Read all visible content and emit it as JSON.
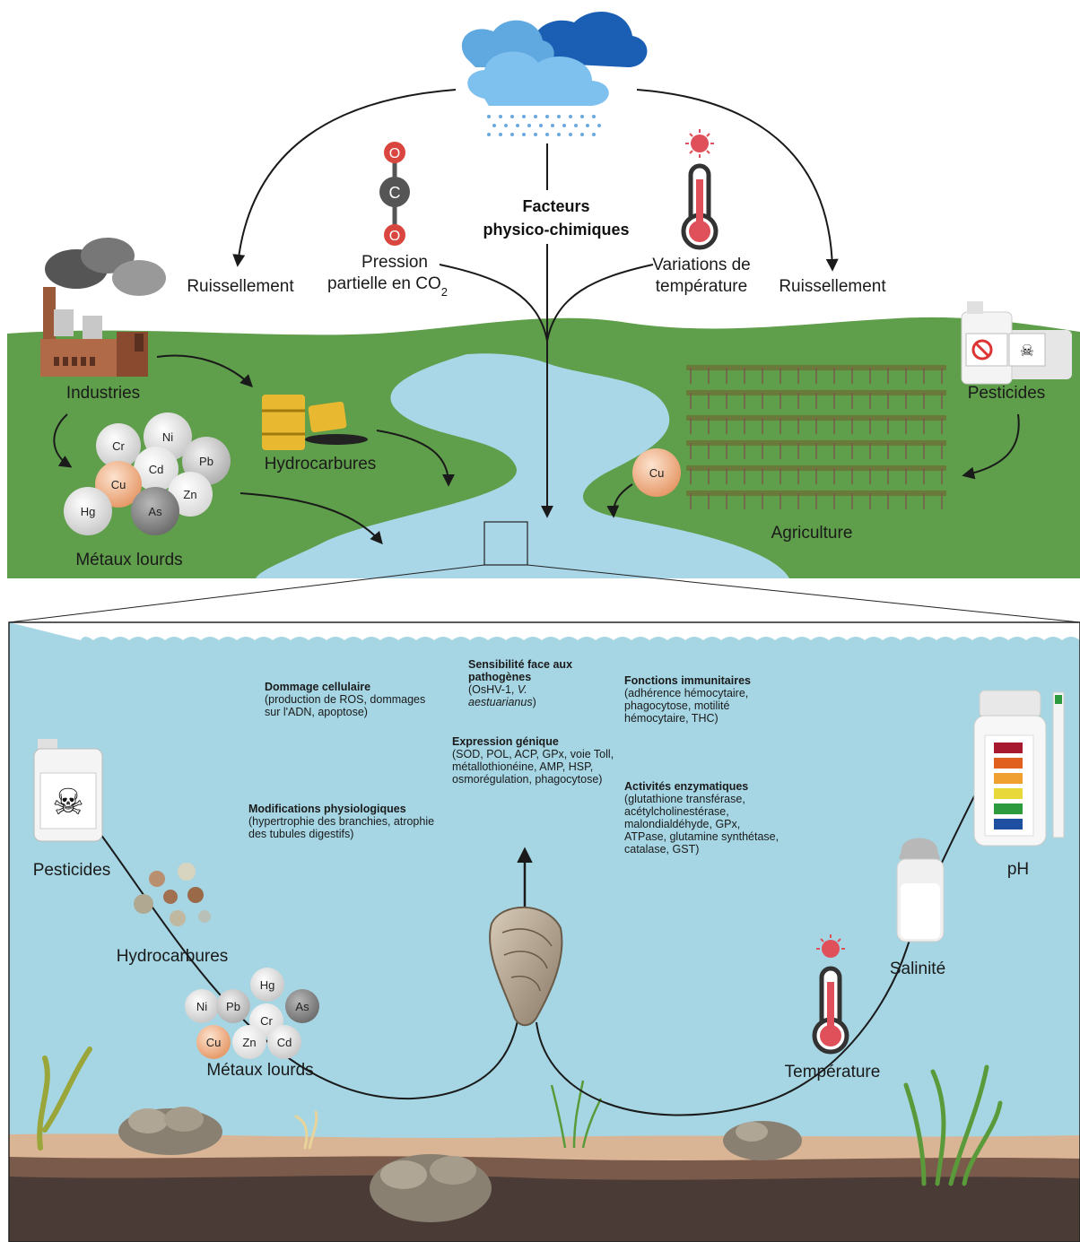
{
  "top": {
    "center_label_line1": "Facteurs",
    "center_label_line2": "physico-chimiques",
    "runoff_left": "Ruissellement",
    "runoff_right": "Ruissellement",
    "co2_line1": "Pression",
    "co2_line2": "partielle en CO",
    "co2_sub": "2",
    "temp_line1": "Variations de",
    "temp_line2": "température",
    "industries": "Industries",
    "hydrocarbons": "Hydrocarbures",
    "heavy_metals": "Métaux lourds",
    "pesticides": "Pesticides",
    "agriculture": "Agriculture",
    "cu_label": "Cu",
    "co2_atoms": [
      "O",
      "C",
      "O"
    ],
    "metals": [
      "Cr",
      "Ni",
      "Cd",
      "Pb",
      "Cu",
      "Zn",
      "Hg",
      "As"
    ]
  },
  "bottom": {
    "pesticides": "Pesticides",
    "hydrocarbons": "Hydrocarbures",
    "heavy_metals": "Métaux lourds",
    "temperature": "Température",
    "salinity": "Salinité",
    "ph": "pH",
    "metals": [
      "Hg",
      "Ni",
      "Pb",
      "As",
      "Cr",
      "Cu",
      "Zn",
      "Cd"
    ],
    "effects": {
      "cell_damage_title": "Dommage cellulaire",
      "cell_damage_desc": "(production de ROS, dommages sur l'ADN, apoptose)",
      "pathogen_title": "Sensibilité face aux pathogènes",
      "pathogen_desc_a": "(OsHV-1, ",
      "pathogen_desc_b": "V. aestuarianus",
      "pathogen_desc_c": ")",
      "immune_title": "Fonctions immunitaires",
      "immune_desc": "(adhérence hémocytaire, phagocytose, motilité hémocytaire, THC)",
      "gene_title": "Expression génique",
      "gene_desc": "(SOD, POL, ACP, GPx, voie Toll, métallothionéine, AMP, HSP, osmorégulation, phagocytose)",
      "physio_title": "Modifications physiologiques",
      "physio_desc": "(hypertrophie des branchies, atrophie des tubules digestifs)",
      "enzyme_title": "Activités enzymatiques",
      "enzyme_desc": "(glutathione transférase, acétylcholinestérase, malondialdéhyde, GPx, ATPase, glutamine synthétase, catalase, GST)"
    }
  },
  "colors": {
    "grass": "#5f9e4a",
    "river": "#a9d7e8",
    "water": "#a6d6e4",
    "sand": "#d9b595",
    "mud": "#7a5a4a",
    "soil": "#4a3b37",
    "temp_red": "#e0505a",
    "cloud_blue": "#1f78c8",
    "ph_strip": [
      "#a6192e",
      "#e06020",
      "#f0a030",
      "#e8d83a",
      "#2e9a3e",
      "#1e4fa0"
    ]
  }
}
